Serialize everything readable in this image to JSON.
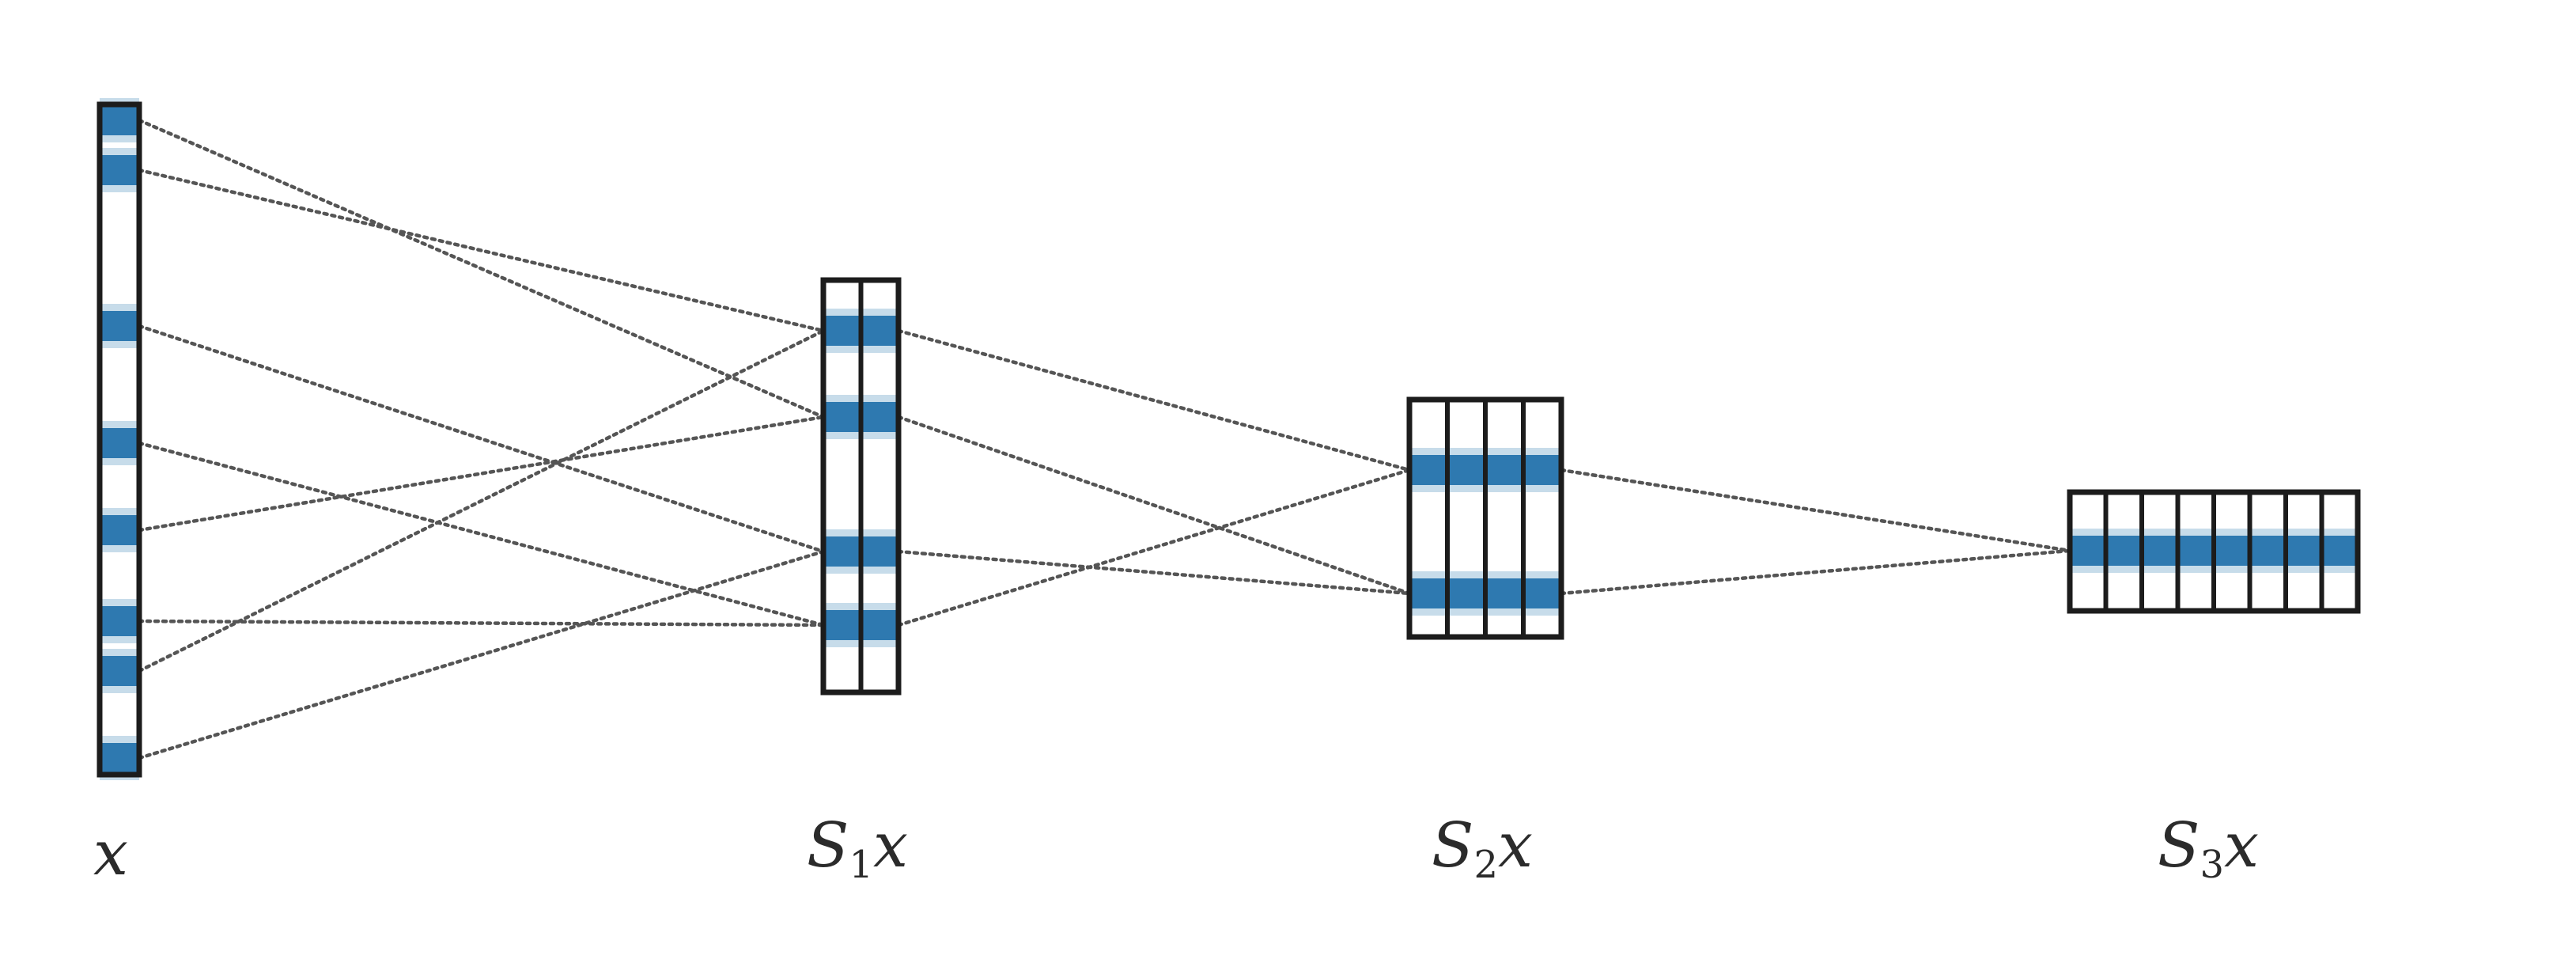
{
  "diagram": {
    "accent_color": "#2e79b0",
    "band_shadow_color": "#c7dcea",
    "frame_color": "#1c1c1c",
    "connection_color": "#555555",
    "connection_style": "dotted",
    "stages": [
      {
        "id": "x",
        "label_main": "x",
        "label_sub": "",
        "label_tail": "",
        "columns": 1,
        "bands": 8
      },
      {
        "id": "s1x",
        "label_main": "S",
        "label_sub": "1",
        "label_tail": "x",
        "columns": 2,
        "bands": 4
      },
      {
        "id": "s2x",
        "label_main": "S",
        "label_sub": "2",
        "label_tail": "x",
        "columns": 4,
        "bands": 2
      },
      {
        "id": "s3x",
        "label_main": "S",
        "label_sub": "3",
        "label_tail": "x",
        "columns": 8,
        "bands": 1
      }
    ]
  }
}
